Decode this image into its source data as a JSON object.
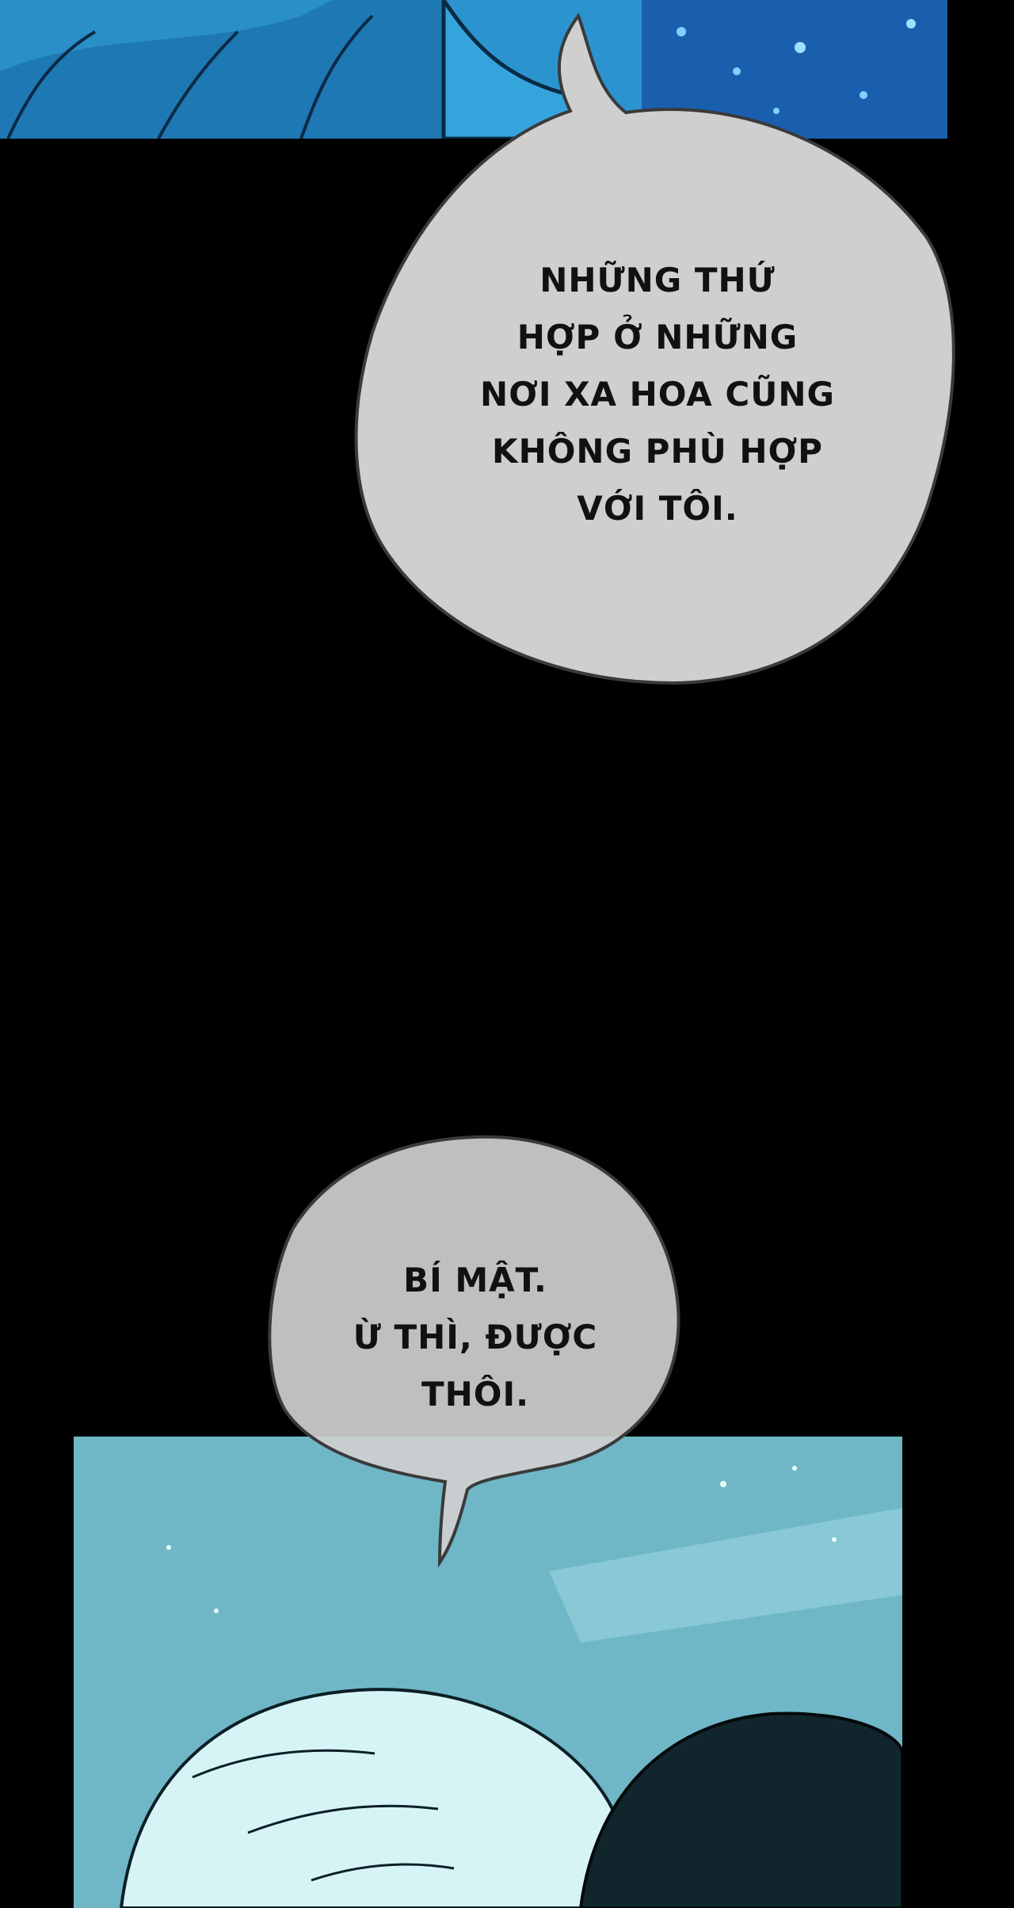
{
  "bubble_1": {
    "lines": [
      "NHỮNG THỨ",
      "HỢP Ở NHỮNG",
      "NƠI XA HOA CŨNG",
      "KHÔNG PHÙ HỢP",
      "VỚI TÔI."
    ]
  },
  "bubble_2": {
    "lines": [
      "BÍ MẬT.",
      "Ừ THÌ, ĐƯỢC",
      "THÔI."
    ]
  },
  "colors": {
    "background": "#000000",
    "bubble_fill": "#cfcfcf",
    "bubble_outline": "#3a3a3a",
    "panel_tint": "#38a8dc"
  }
}
